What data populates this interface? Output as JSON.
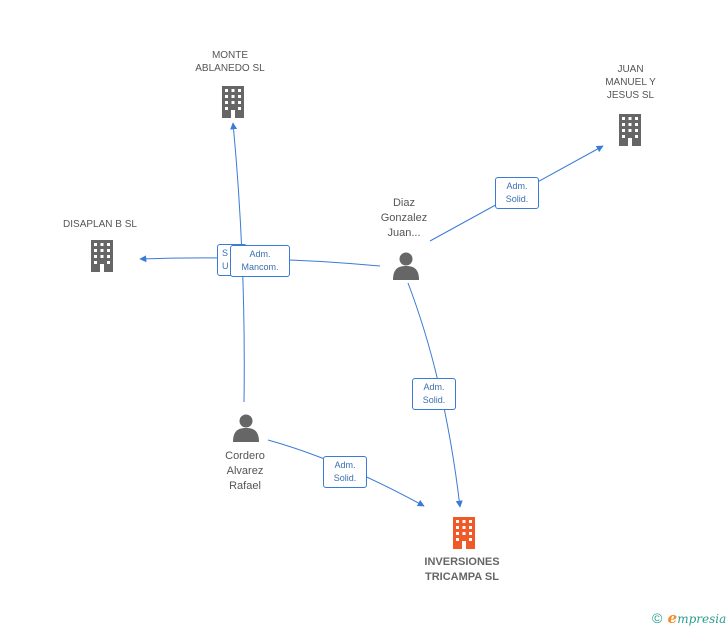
{
  "colors": {
    "edge": "#3a7bd5",
    "company": "#666666",
    "focus_company": "#f05a28",
    "person": "#666666"
  },
  "nodes": {
    "monte": {
      "label": "MONTE\nABLANEDO SL",
      "icon": "building-icon"
    },
    "juan_manuel": {
      "label": "JUAN\nMANUEL Y\nJESUS  SL",
      "icon": "building-icon"
    },
    "disaplan": {
      "label": "DISAPLAN B SL",
      "icon": "building-icon"
    },
    "diaz": {
      "label": "Diaz\nGonzalez\nJuan...",
      "icon": "person-icon"
    },
    "cordero": {
      "label": "Cordero\nAlvarez\nRafael",
      "icon": "person-icon"
    },
    "inversiones": {
      "label": "INVERSIONES\nTRICAMPA SL",
      "icon": "building-icon"
    }
  },
  "edges": {
    "diaz_juan": "Adm.\nSolid.",
    "diaz_inversiones": "Adm.\nSolid.",
    "cordero_inversiones": "Adm.\nSolid.",
    "cordero_disaplan_partial": "S\nU",
    "diaz_disaplan": "Adm.\nMancom."
  },
  "footer": {
    "copyright": "©",
    "brand_initial": "e",
    "brand_rest": "mpresia"
  }
}
